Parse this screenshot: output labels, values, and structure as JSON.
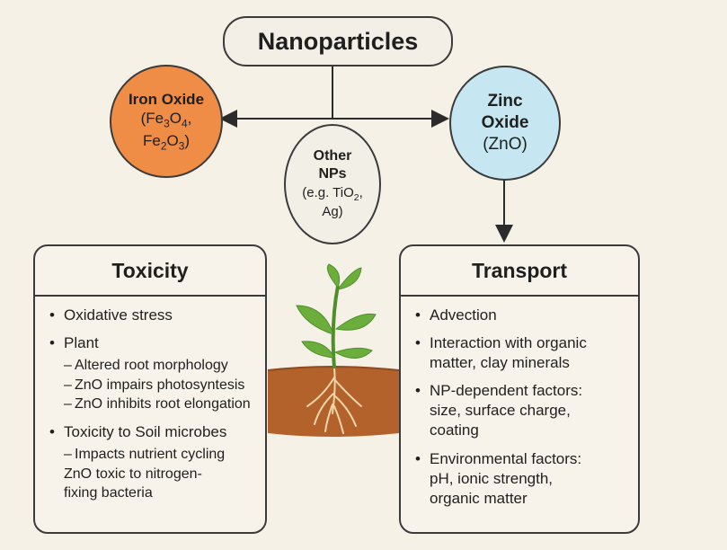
{
  "title": "Nanoparticles",
  "iron_oxide": {
    "name": "Iron Oxide",
    "formula_line1": "(Fe3O4,",
    "formula_line2": "Fe2O3)"
  },
  "zinc_oxide": {
    "name_line1": "Zinc",
    "name_line2": "Oxide",
    "formula": "(ZnO)"
  },
  "other_nps": {
    "name_line1": "Other",
    "name_line2": "NPs",
    "example_line1": "(e.g. TiO2,",
    "example_line2": "Ag)"
  },
  "toxicity": {
    "heading": "Toxicity",
    "bullets": [
      {
        "text": "Oxidative stress",
        "subs": [],
        "notes": []
      },
      {
        "text": "Plant",
        "subs": [
          "Altered root morphology",
          "ZnO impairs photosyntesis",
          "ZnO inhibits root elongation"
        ],
        "notes": []
      },
      {
        "text": "Toxicity to Soil microbes",
        "subs": [
          "Impacts nutrient cycling"
        ],
        "notes": [
          "ZnO toxic to nitrogen-",
          "fixing bacteria"
        ]
      }
    ]
  },
  "transport": {
    "heading": "Transport",
    "bullets": [
      [
        "Advection"
      ],
      [
        "Interaction with organic",
        "matter, clay minerals"
      ],
      [
        "NP-dependent factors:",
        "size, surface charge,",
        "coating"
      ],
      [
        "Environmental factors:",
        "pH, ionic strength,",
        "organic matter"
      ]
    ]
  },
  "colors": {
    "iron_fill": "#ef8c45",
    "zinc_fill": "#c6e7f1",
    "soil": "#b3622c",
    "leaf": "#6cae3c",
    "root": "#f0d6a8"
  },
  "icons": [
    "seedling-in-soil-illustration",
    "arrow-left-icon",
    "arrow-right-icon",
    "arrow-down-icon"
  ]
}
